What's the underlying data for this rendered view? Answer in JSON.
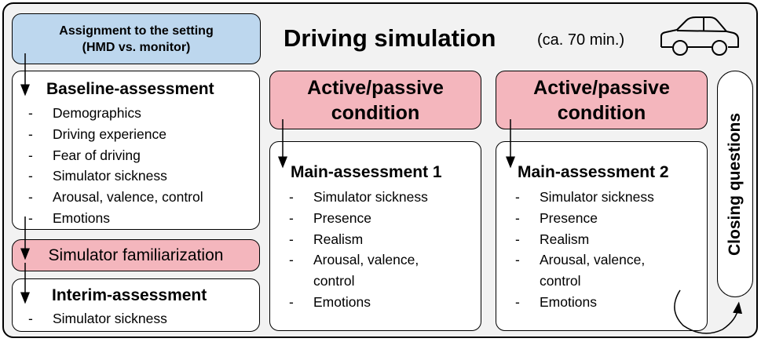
{
  "header": {
    "title": "Driving simulation",
    "duration": "(ca. 70 min.)"
  },
  "assignment": {
    "line1": "Assignment to the setting",
    "line2": "(HMD vs. monitor)"
  },
  "baseline": {
    "heading": "Baseline-assessment",
    "items": [
      "Demographics",
      "Driving experience",
      "Fear of driving",
      "Simulator sickness",
      "Arousal, valence, control",
      "Emotions"
    ]
  },
  "familiarization": {
    "label": "Simulator familiarization"
  },
  "interim": {
    "heading": "Interim-assessment",
    "items": [
      "Simulator sickness"
    ]
  },
  "condition1": {
    "line1": "Active/passive",
    "line2": "condition"
  },
  "condition2": {
    "line1": "Active/passive",
    "line2": "condition"
  },
  "main1": {
    "heading": "Main-assessment 1",
    "items": [
      "Simulator sickness",
      "Presence",
      "Realism",
      "Arousal, valence,",
      "control",
      "Emotions"
    ]
  },
  "main2": {
    "heading": "Main-assessment 2",
    "items": [
      "Simulator sickness",
      "Presence",
      "Realism",
      "Arousal, valence,",
      "control",
      "Emotions"
    ]
  },
  "closing": {
    "label": "Closing questions"
  },
  "colors": {
    "blue_box": "#bdd7ee",
    "pink_box": "#f4b6bd",
    "white_box": "#ffffff",
    "frame_bg": "#f2f2f2"
  },
  "icons": {
    "vehicle": "car-icon"
  }
}
